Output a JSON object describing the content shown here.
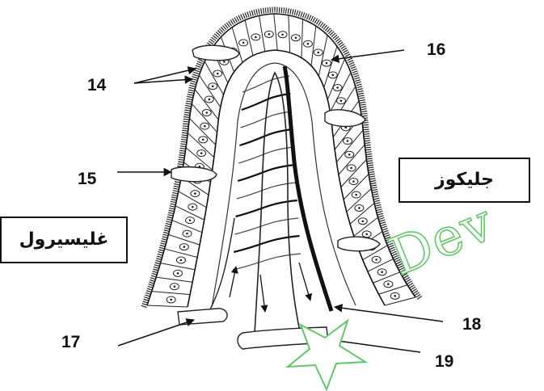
{
  "labels": {
    "n14": "14",
    "n15": "15",
    "n16": "16",
    "n17": "17",
    "n18": "18",
    "n19": "19"
  },
  "boxes": {
    "glucose": "جليكوز",
    "glycerol": "غليسيرول"
  },
  "watermark": {
    "text": "Dev",
    "color": "#63c56a"
  }
}
